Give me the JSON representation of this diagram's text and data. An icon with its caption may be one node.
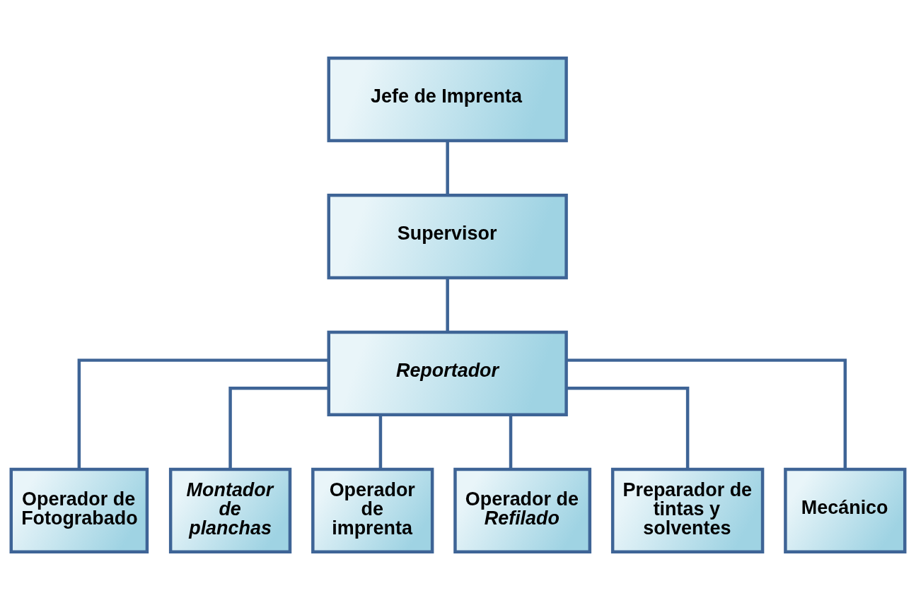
{
  "diagram": {
    "nodes": [
      {
        "text": [
          "Jefe de Imprenta"
        ]
      },
      {
        "text": [
          "Supervisor"
        ]
      },
      {
        "text": [
          "Reportador"
        ]
      },
      {
        "text": [
          "Operador de Fotograbado"
        ]
      },
      {
        "text": [
          "Montador de planchas"
        ]
      },
      {
        "text": [
          "Operador de imprenta"
        ]
      },
      {
        "text": [
          "Operador de *Refilado*"
        ]
      },
      {
        "text": [
          "Preparador de tintas y solventes"
        ]
      },
      {
        "text": [
          "Mecánico"
        ]
      }
    ],
    "edges": [
      {
        "from": 0,
        "to": 1,
        "arrow": "none"
      },
      {
        "from": 1,
        "to": 2,
        "arrow": "none"
      },
      {
        "from": 2,
        "to": 3,
        "arrow": "none"
      },
      {
        "from": 2,
        "to": 4,
        "arrow": "none"
      },
      {
        "from": 2,
        "to": 5,
        "arrow": "none"
      },
      {
        "from": 2,
        "to": 6,
        "arrow": "none"
      },
      {
        "from": 2,
        "to": 7,
        "arrow": "none"
      },
      {
        "from": 2,
        "to": 8,
        "arrow": "none"
      }
    ]
  }
}
